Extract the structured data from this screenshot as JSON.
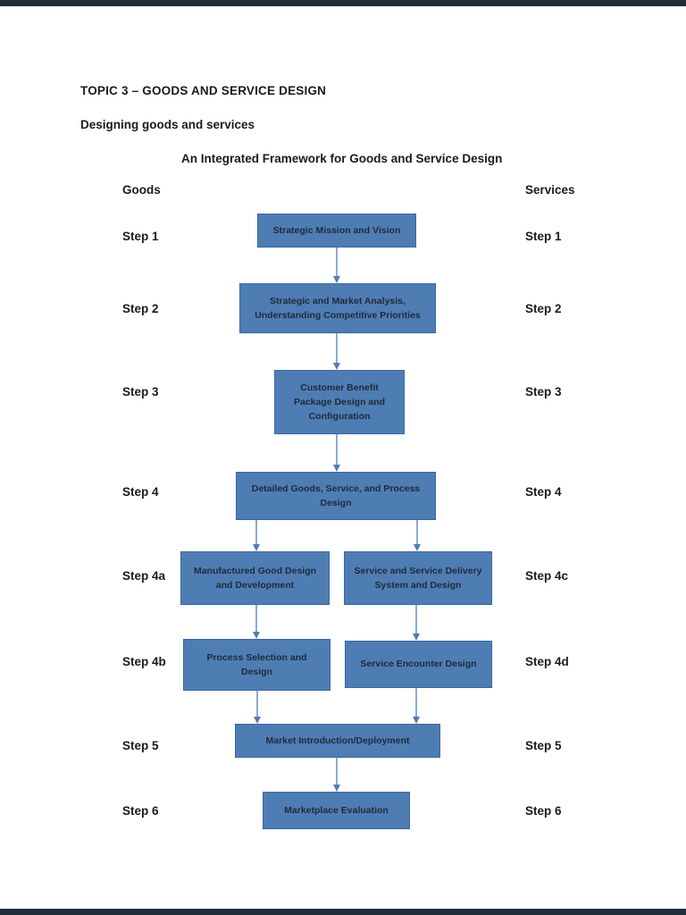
{
  "page": {
    "heading": "TOPIC 3 – GOODS AND SERVICE DESIGN",
    "subheading": "Designing goods and services"
  },
  "diagram": {
    "title": "An Integrated Framework for Goods and Service Design",
    "columns": {
      "left_header": "Goods",
      "right_header": "Services"
    },
    "left_steps": [
      "Step 1",
      "Step 2",
      "Step 3",
      "Step 4",
      "Step 4a",
      "Step 4b",
      "Step 5",
      "Step 6"
    ],
    "right_steps": [
      "Step 1",
      "Step 2",
      "Step 3",
      "Step 4",
      "Step 4c",
      "Step 4d",
      "Step 5",
      "Step 6"
    ],
    "boxes": [
      {
        "id": "box-1",
        "label": "Strategic Mission and Vision"
      },
      {
        "id": "box-2",
        "label": "Strategic and Market Analysis,\nUnderstanding Competitive Priorities"
      },
      {
        "id": "box-3",
        "label": "Customer Benefit\nPackage Design and\nConfiguration"
      },
      {
        "id": "box-4",
        "label": "Detailed Goods, Service, and Process\nDesign"
      },
      {
        "id": "box-5",
        "label": "Manufactured Good Design\nand Development"
      },
      {
        "id": "box-6",
        "label": "Service and Service Delivery\nSystem and Design"
      },
      {
        "id": "box-7",
        "label": "Process Selection and\nDesign"
      },
      {
        "id": "box-8",
        "label": "Service Encounter Design"
      },
      {
        "id": "box-9",
        "label": "Market Introduction/Deployment"
      },
      {
        "id": "box-10",
        "label": "Marketplace Evaluation"
      }
    ],
    "edges": [
      [
        "box-1",
        "box-2"
      ],
      [
        "box-2",
        "box-3"
      ],
      [
        "box-3",
        "box-4"
      ],
      [
        "box-4",
        "box-5"
      ],
      [
        "box-4",
        "box-6"
      ],
      [
        "box-5",
        "box-7"
      ],
      [
        "box-6",
        "box-8"
      ],
      [
        "box-7",
        "box-9"
      ],
      [
        "box-8",
        "box-9"
      ],
      [
        "box-9",
        "box-10"
      ]
    ],
    "colors": {
      "box_fill": "#4e7db4",
      "box_border": "#3a689f",
      "box_text": "#1f2a38",
      "arrow_line": "#8ea9d6",
      "arrow_head": "#4e7cb8",
      "page_edge": "#212d3b"
    }
  }
}
